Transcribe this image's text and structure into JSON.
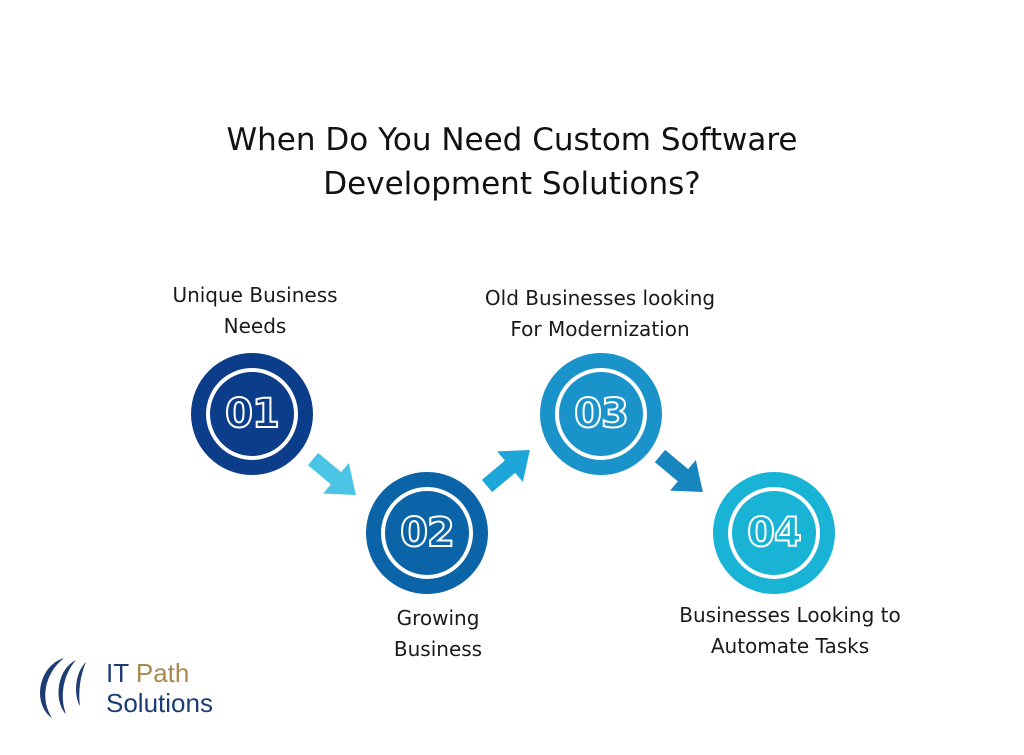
{
  "title": {
    "line1": "When Do You Need Custom Software",
    "line2": "Development Solutions?"
  },
  "steps": [
    {
      "number": "01",
      "label_line1": "Unique Business",
      "label_line2": "Needs",
      "color": "#0c3d8b"
    },
    {
      "number": "02",
      "label_line1": "Growing",
      "label_line2": "Business",
      "color": "#0b63a8"
    },
    {
      "number": "03",
      "label_line1": "Old Businesses looking",
      "label_line2": "For Modernization",
      "color": "#1993c9"
    },
    {
      "number": "04",
      "label_line1": "Businesses Looking to",
      "label_line2": "Automate Tasks",
      "color": "#19b3d6"
    }
  ],
  "arrow_colors": [
    "#4cc4e6",
    "#1fa6d9",
    "#1786bf"
  ],
  "logo": {
    "word1": "IT",
    "word2": "Path",
    "word3": "Solutions",
    "color_dark": "#1c3c73",
    "color_gold": "#a8894e"
  }
}
